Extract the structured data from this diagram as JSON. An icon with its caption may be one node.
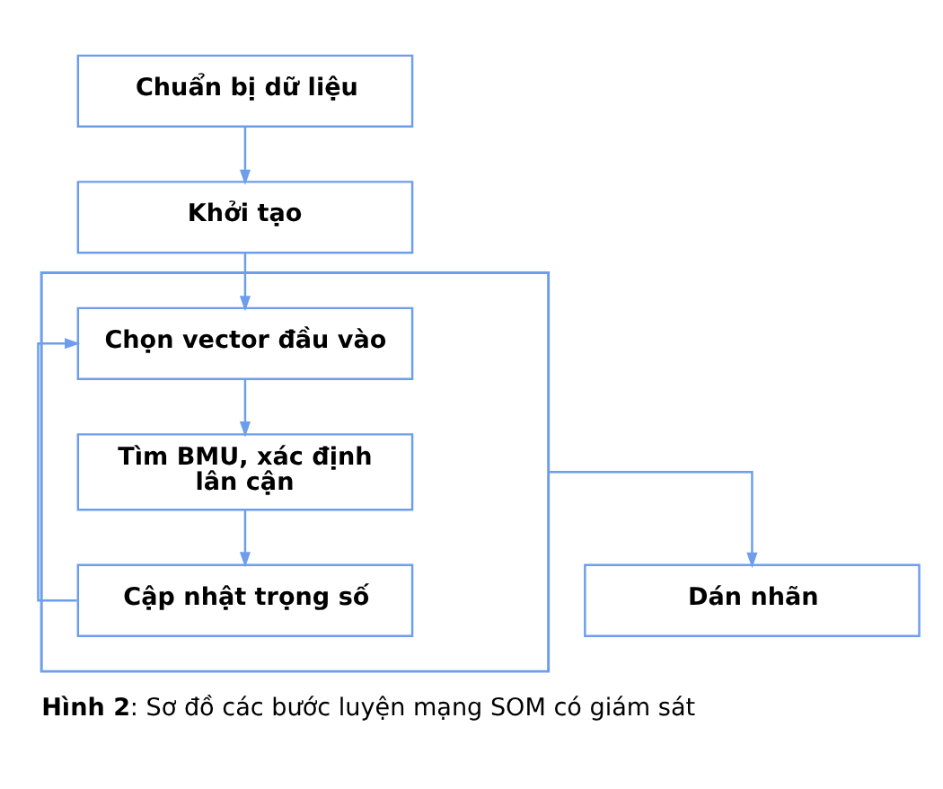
{
  "diagram": {
    "caption": "**Hình 2**: Sơ đồ các bước luyện mạng SOM có giám sát",
    "nodes": [
      {
        "text": [
          "Chuẩn bị dữ liệu"
        ]
      },
      {
        "text": [
          "Khởi tạo"
        ]
      },
      {
        "text": [],
        "shape": "box"
      },
      {
        "text": [
          "Chọn vector đầu vào"
        ],
        "in": 2
      },
      {
        "text": [
          "Tìm BMU, xác định lân cận"
        ],
        "in": 2
      },
      {
        "text": [
          "Cập nhật trọng số"
        ],
        "in": 2
      },
      {
        "text": [
          "Dán nhãn"
        ]
      }
    ],
    "edges": [
      {
        "from": 0,
        "to": 1,
        "arrow": "to"
      },
      {
        "from": 1,
        "to": 3,
        "arrow": "to"
      },
      {
        "from": 3,
        "to": 4,
        "arrow": "to"
      },
      {
        "from": 4,
        "to": 5,
        "arrow": "to"
      },
      {
        "from": 5,
        "to": 3,
        "arrow": "to"
      },
      {
        "from": 2,
        "to": 6,
        "arrow": "to"
      }
    ]
  }
}
